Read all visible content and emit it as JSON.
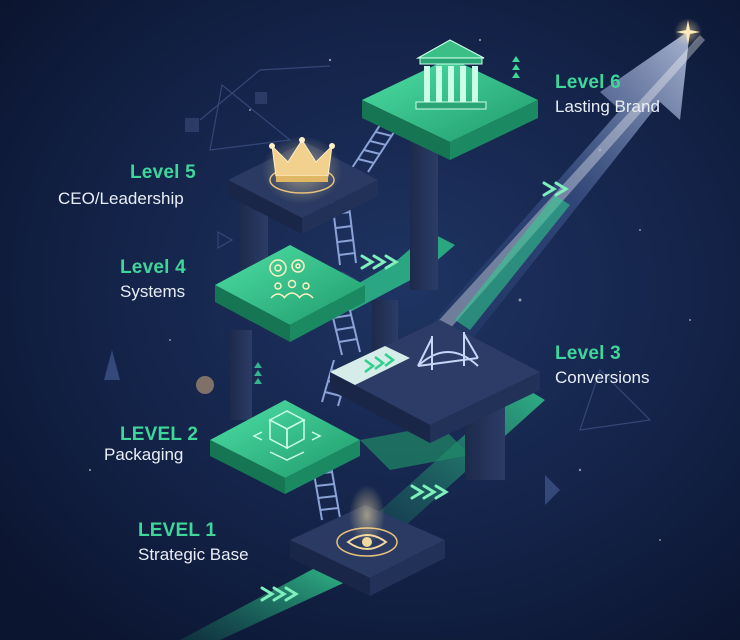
{
  "levels": [
    {
      "title": "LEVEL 1",
      "subtitle": "Strategic Base",
      "icon": "eye-icon"
    },
    {
      "title": "LEVEL 2",
      "subtitle": "Packaging",
      "icon": "package-icon"
    },
    {
      "title": "Level 3",
      "subtitle": "Conversions",
      "icon": "bridge-icon"
    },
    {
      "title": "Level 4",
      "subtitle": "Systems",
      "icon": "gears-people-icon"
    },
    {
      "title": "Level 5",
      "subtitle": "CEO/Leadership",
      "icon": "crown-icon"
    },
    {
      "title": "Level 6",
      "subtitle": "Lasting Brand",
      "icon": "bank-building-icon"
    }
  ],
  "colors": {
    "background": "#0f1a36",
    "accent_green": "#3fd69a",
    "dark_platform": "#263457",
    "text": "#e9edf5",
    "gold": "#e8c27a"
  }
}
